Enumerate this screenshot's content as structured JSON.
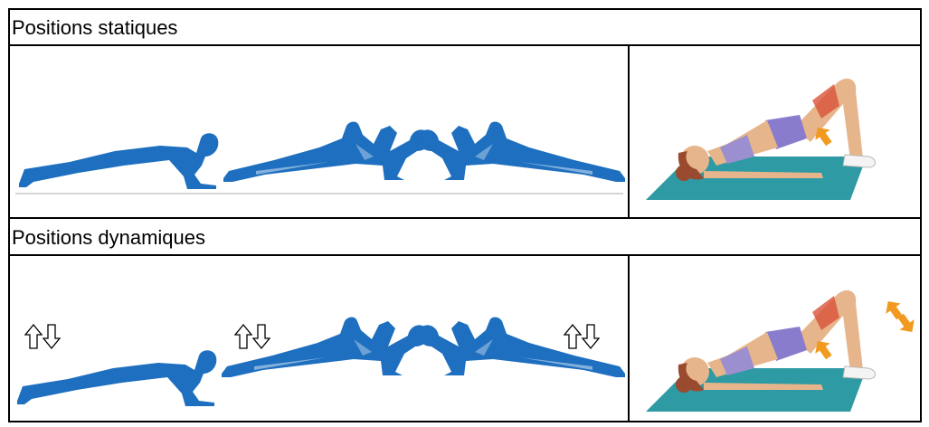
{
  "sections": [
    {
      "title": "Positions statiques",
      "arrows": ""
    },
    {
      "title": "Positions dynamiques",
      "arrows": "⇧⇩"
    }
  ],
  "colors": {
    "silhouette": "#1e6fbf",
    "mat": "#2e9aa3",
    "skin": "#e7b58b",
    "top": "#9b8fd0",
    "hair": "#9a4a2e",
    "accent_arrow": "#f29a1f",
    "border": "#000000"
  },
  "icons": [
    "plank-figure",
    "side-plank-figure",
    "glute-bridge-figure",
    "up-down-arrows-icon",
    "orange-arrow-icon"
  ]
}
